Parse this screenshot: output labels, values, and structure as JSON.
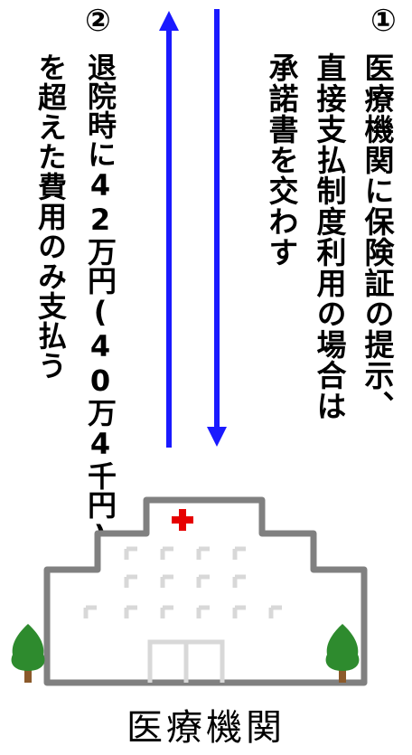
{
  "step1": {
    "number": "①",
    "lines": [
      "医療機関に保険証の提示、",
      "直接支払制度利用の場合は",
      "承諾書を交わす"
    ]
  },
  "step2": {
    "number": "②",
    "lines": [
      "退院時に42万円(40万4千円)",
      "を超えた費用のみ支払う"
    ]
  },
  "building_label": "医療機関",
  "colors": {
    "arrow": "#1a1aff",
    "cross": "#e60000",
    "tree": "#2e8b2e",
    "trunk": "#8b5a2b",
    "wall": "#808080"
  }
}
